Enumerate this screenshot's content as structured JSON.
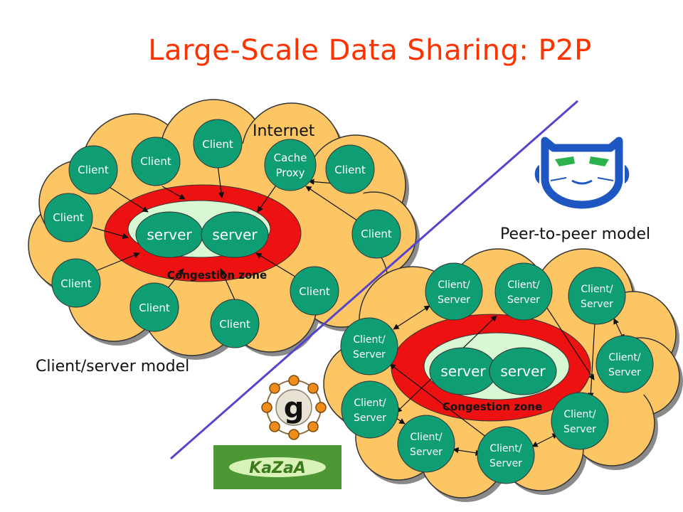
{
  "slide": {
    "title": "Large-Scale Data Sharing: P2P",
    "internet_label": "Internet",
    "client_server_caption": "Client/server model",
    "p2p_caption": "Peer-to-peer model"
  },
  "left_diagram": {
    "client_label": "Client",
    "cache_proxy_label": [
      "Cache",
      "Proxy"
    ],
    "server_label": "server",
    "congestion_label": "Congestion zone"
  },
  "right_diagram": {
    "peer_label": [
      "Client/",
      "Server"
    ],
    "server_label": "server",
    "congestion_label": "Congestion zone"
  },
  "logos": {
    "gnutella_letter": "g",
    "kazaa_text": "KaZaA"
  },
  "colors": {
    "title": "#ff3300",
    "cloud": "#fcc665",
    "node": "#0f9d73",
    "congestion": "#ee1111",
    "server_zone": "#d8f8d4",
    "divider": "#5544cc"
  }
}
